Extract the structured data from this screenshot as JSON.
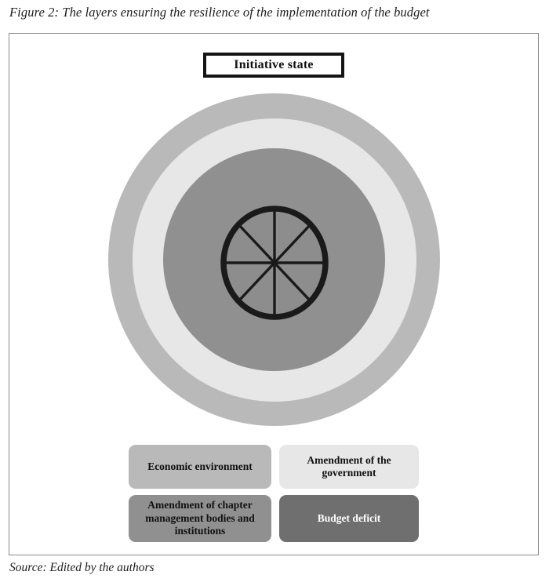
{
  "figure": {
    "caption": "Figure 2: The layers ensuring the resilience of the implementation of the budget",
    "source": "Source: Edited by the authors"
  },
  "title_box": {
    "label": "Initiative state"
  },
  "diagram": {
    "type": "concentric-layers",
    "center_label": "spoked-wheel",
    "wheel": {
      "spokes": 8,
      "spoke_angles_deg": [
        0,
        45,
        90,
        135,
        180,
        225,
        270,
        315
      ],
      "outline_color": "#1a1a1a",
      "fill_color": "#8d8d8d"
    },
    "rings": [
      {
        "name": "outer-ring",
        "label": "Economic environment",
        "color": "#b9b9b9"
      },
      {
        "name": "middle-ring",
        "label": "Amendment of the government",
        "color": "#e7e7e7"
      },
      {
        "name": "inner-ring",
        "label": "Amendment of chapter management bodies and institutions",
        "color": "#909090"
      },
      {
        "name": "core",
        "label": "Budget deficit",
        "color": "#6f6f6f"
      }
    ]
  },
  "legend": {
    "items": [
      {
        "label": "Economic environment",
        "color": "#b9b9b9",
        "text_color": "#111111"
      },
      {
        "label": "Amendment of the government",
        "color": "#e7e7e7",
        "text_color": "#111111"
      },
      {
        "label": "Amendment of chapter management bodies and institutions",
        "color": "#909090",
        "text_color": "#111111"
      },
      {
        "label": "Budget deficit",
        "color": "#6f6f6f",
        "text_color": "#ffffff"
      }
    ]
  },
  "colors": {
    "frame_border": "#8a8a8a",
    "title_box_border": "#141414",
    "background": "#ffffff",
    "text": "#1c1c1c"
  }
}
